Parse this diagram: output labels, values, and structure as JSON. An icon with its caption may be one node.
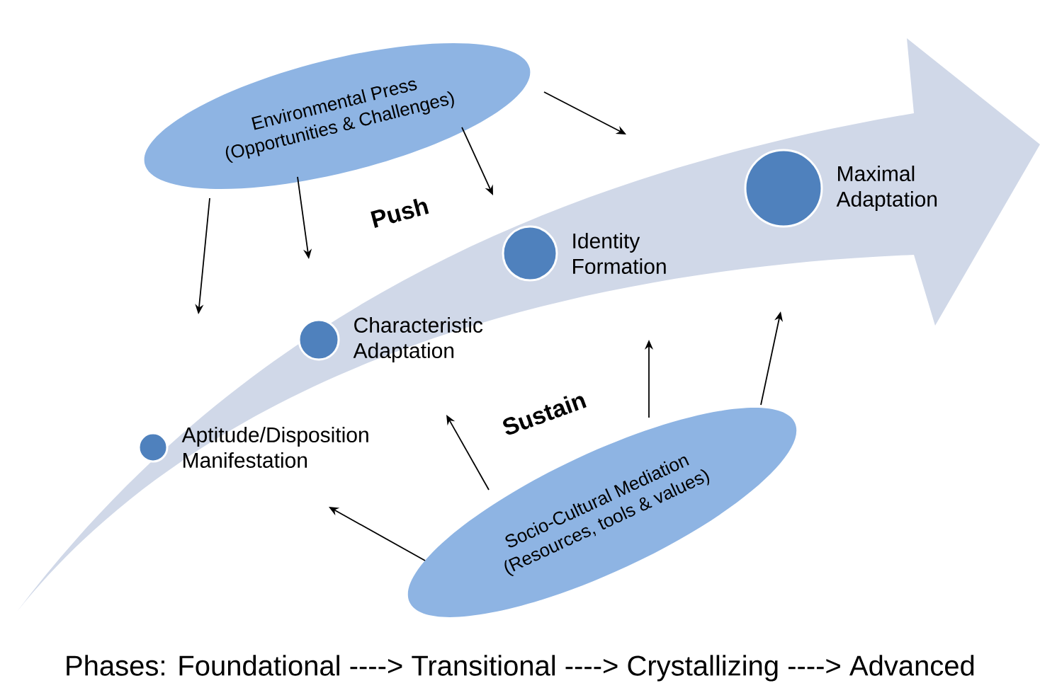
{
  "diagram": {
    "nodes": [
      {
        "text": [
          "Environmental Press",
          "(Opportunities & Challenges)"
        ]
      },
      {
        "text": [
          "Socio-Cultural Mediation",
          "(Resources, tools & values)"
        ]
      },
      {
        "text": [],
        "shape": "circle",
        "beside": [
          "Aptitude/Disposition Manifestation"
        ]
      },
      {
        "text": [],
        "shape": "circle",
        "beside": [
          "Characteristic Adaptation"
        ]
      },
      {
        "text": [],
        "shape": "circle",
        "beside": [
          "Identity Formation"
        ]
      },
      {
        "text": [],
        "shape": "circle",
        "beside": [
          "Maximal Adaptation"
        ]
      }
    ],
    "edges": [
      {
        "from": 0,
        "to": null,
        "arrow": "to"
      },
      {
        "from": 0,
        "to": null,
        "arrow": "to"
      },
      {
        "from": 0,
        "to": null,
        "arrow": "to"
      },
      {
        "from": 0,
        "to": null,
        "arrow": "to"
      },
      {
        "from": 1,
        "to": null,
        "arrow": "to"
      },
      {
        "from": 1,
        "to": null,
        "arrow": "to"
      },
      {
        "from": 1,
        "to": null,
        "arrow": "to"
      },
      {
        "from": 1,
        "to": null,
        "arrow": "to"
      }
    ],
    "labels": [
      "Push",
      "Sustain",
      "Phases:  Foundational ----> Transitional    ---->  Crystallizing    ---->  Advanced"
    ]
  }
}
